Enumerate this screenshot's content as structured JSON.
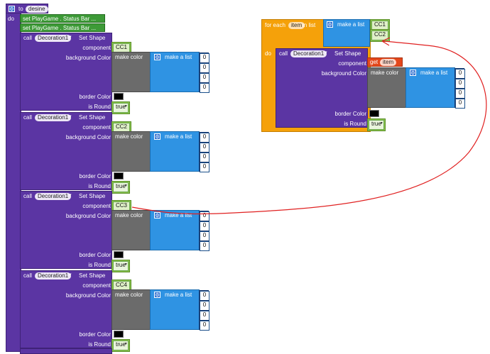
{
  "proc": {
    "to_label": "to",
    "name": "desine",
    "do_label": "do",
    "set1": "set  PlayGame . Status Bar ...",
    "set2": "set  PlayGame . Status Bar ..."
  },
  "labels": {
    "call": "call",
    "set_shape": "Set Shape",
    "component": "component",
    "background_color": "background Color",
    "make_color": "make color",
    "make_a_list": "make a list",
    "border_color": "border Color",
    "is_round": "is Round",
    "true_value": "true",
    "decoration": "Decoration1",
    "zero": "0",
    "dropdown_arrow": "▾"
  },
  "blocks": [
    {
      "component": "CC1"
    },
    {
      "component": "CC2"
    },
    {
      "component": "CC3"
    },
    {
      "component": "CC4"
    }
  ],
  "foreach": {
    "label": "for each",
    "var": "item",
    "in_list": "in list",
    "do_label": "do",
    "items": [
      "CC1",
      "CC2"
    ],
    "get_label": "get",
    "get_var": "item"
  },
  "colors": {
    "procedure": "#5b35a3",
    "control": "#f5a10a",
    "text": "#8bc34a",
    "math": "#1f4f9e",
    "list": "#2f93e3",
    "color_block": "#6b6b6b",
    "variable_get": "#e4481c",
    "annotation_arrow": "#e02020"
  }
}
